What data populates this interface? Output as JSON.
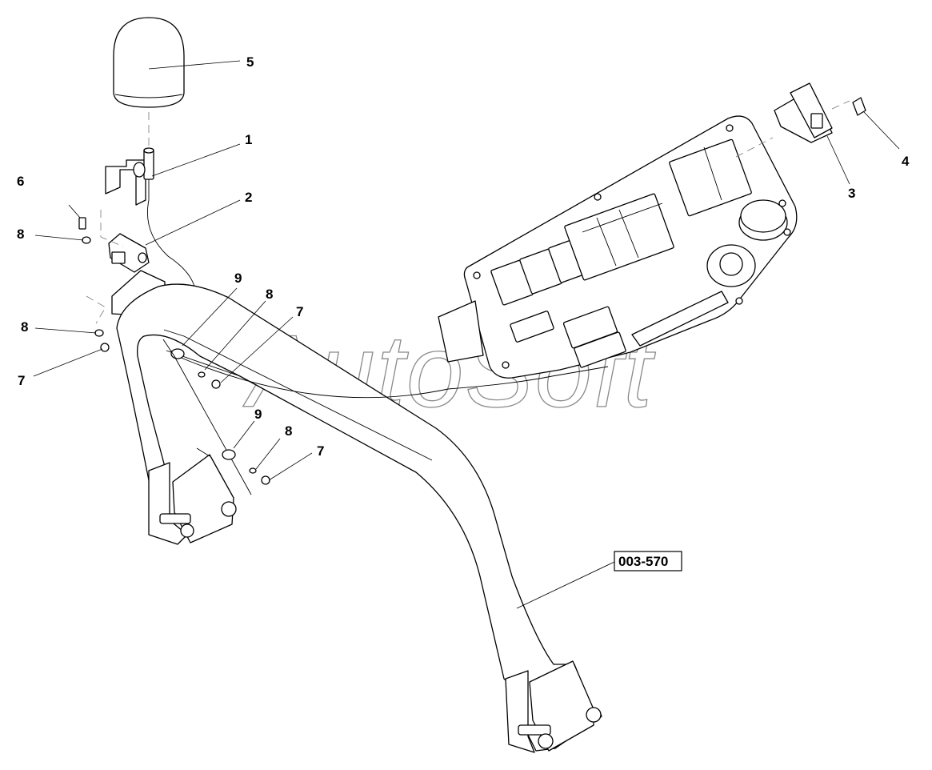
{
  "diagram": {
    "watermark": "AutoSoft",
    "reference_code": "003-570",
    "callouts": [
      {
        "id": "label-5",
        "text": "5"
      },
      {
        "id": "label-1",
        "text": "1"
      },
      {
        "id": "label-2",
        "text": "2"
      },
      {
        "id": "label-6",
        "text": "6"
      },
      {
        "id": "label-8a",
        "text": "8"
      },
      {
        "id": "label-9a",
        "text": "9"
      },
      {
        "id": "label-8b",
        "text": "8"
      },
      {
        "id": "label-7a",
        "text": "7"
      },
      {
        "id": "label-8c",
        "text": "8"
      },
      {
        "id": "label-7b",
        "text": "7"
      },
      {
        "id": "label-9b",
        "text": "9"
      },
      {
        "id": "label-8d",
        "text": "8"
      },
      {
        "id": "label-7c",
        "text": "7"
      },
      {
        "id": "label-3",
        "text": "3"
      },
      {
        "id": "label-4",
        "text": "4"
      }
    ]
  }
}
